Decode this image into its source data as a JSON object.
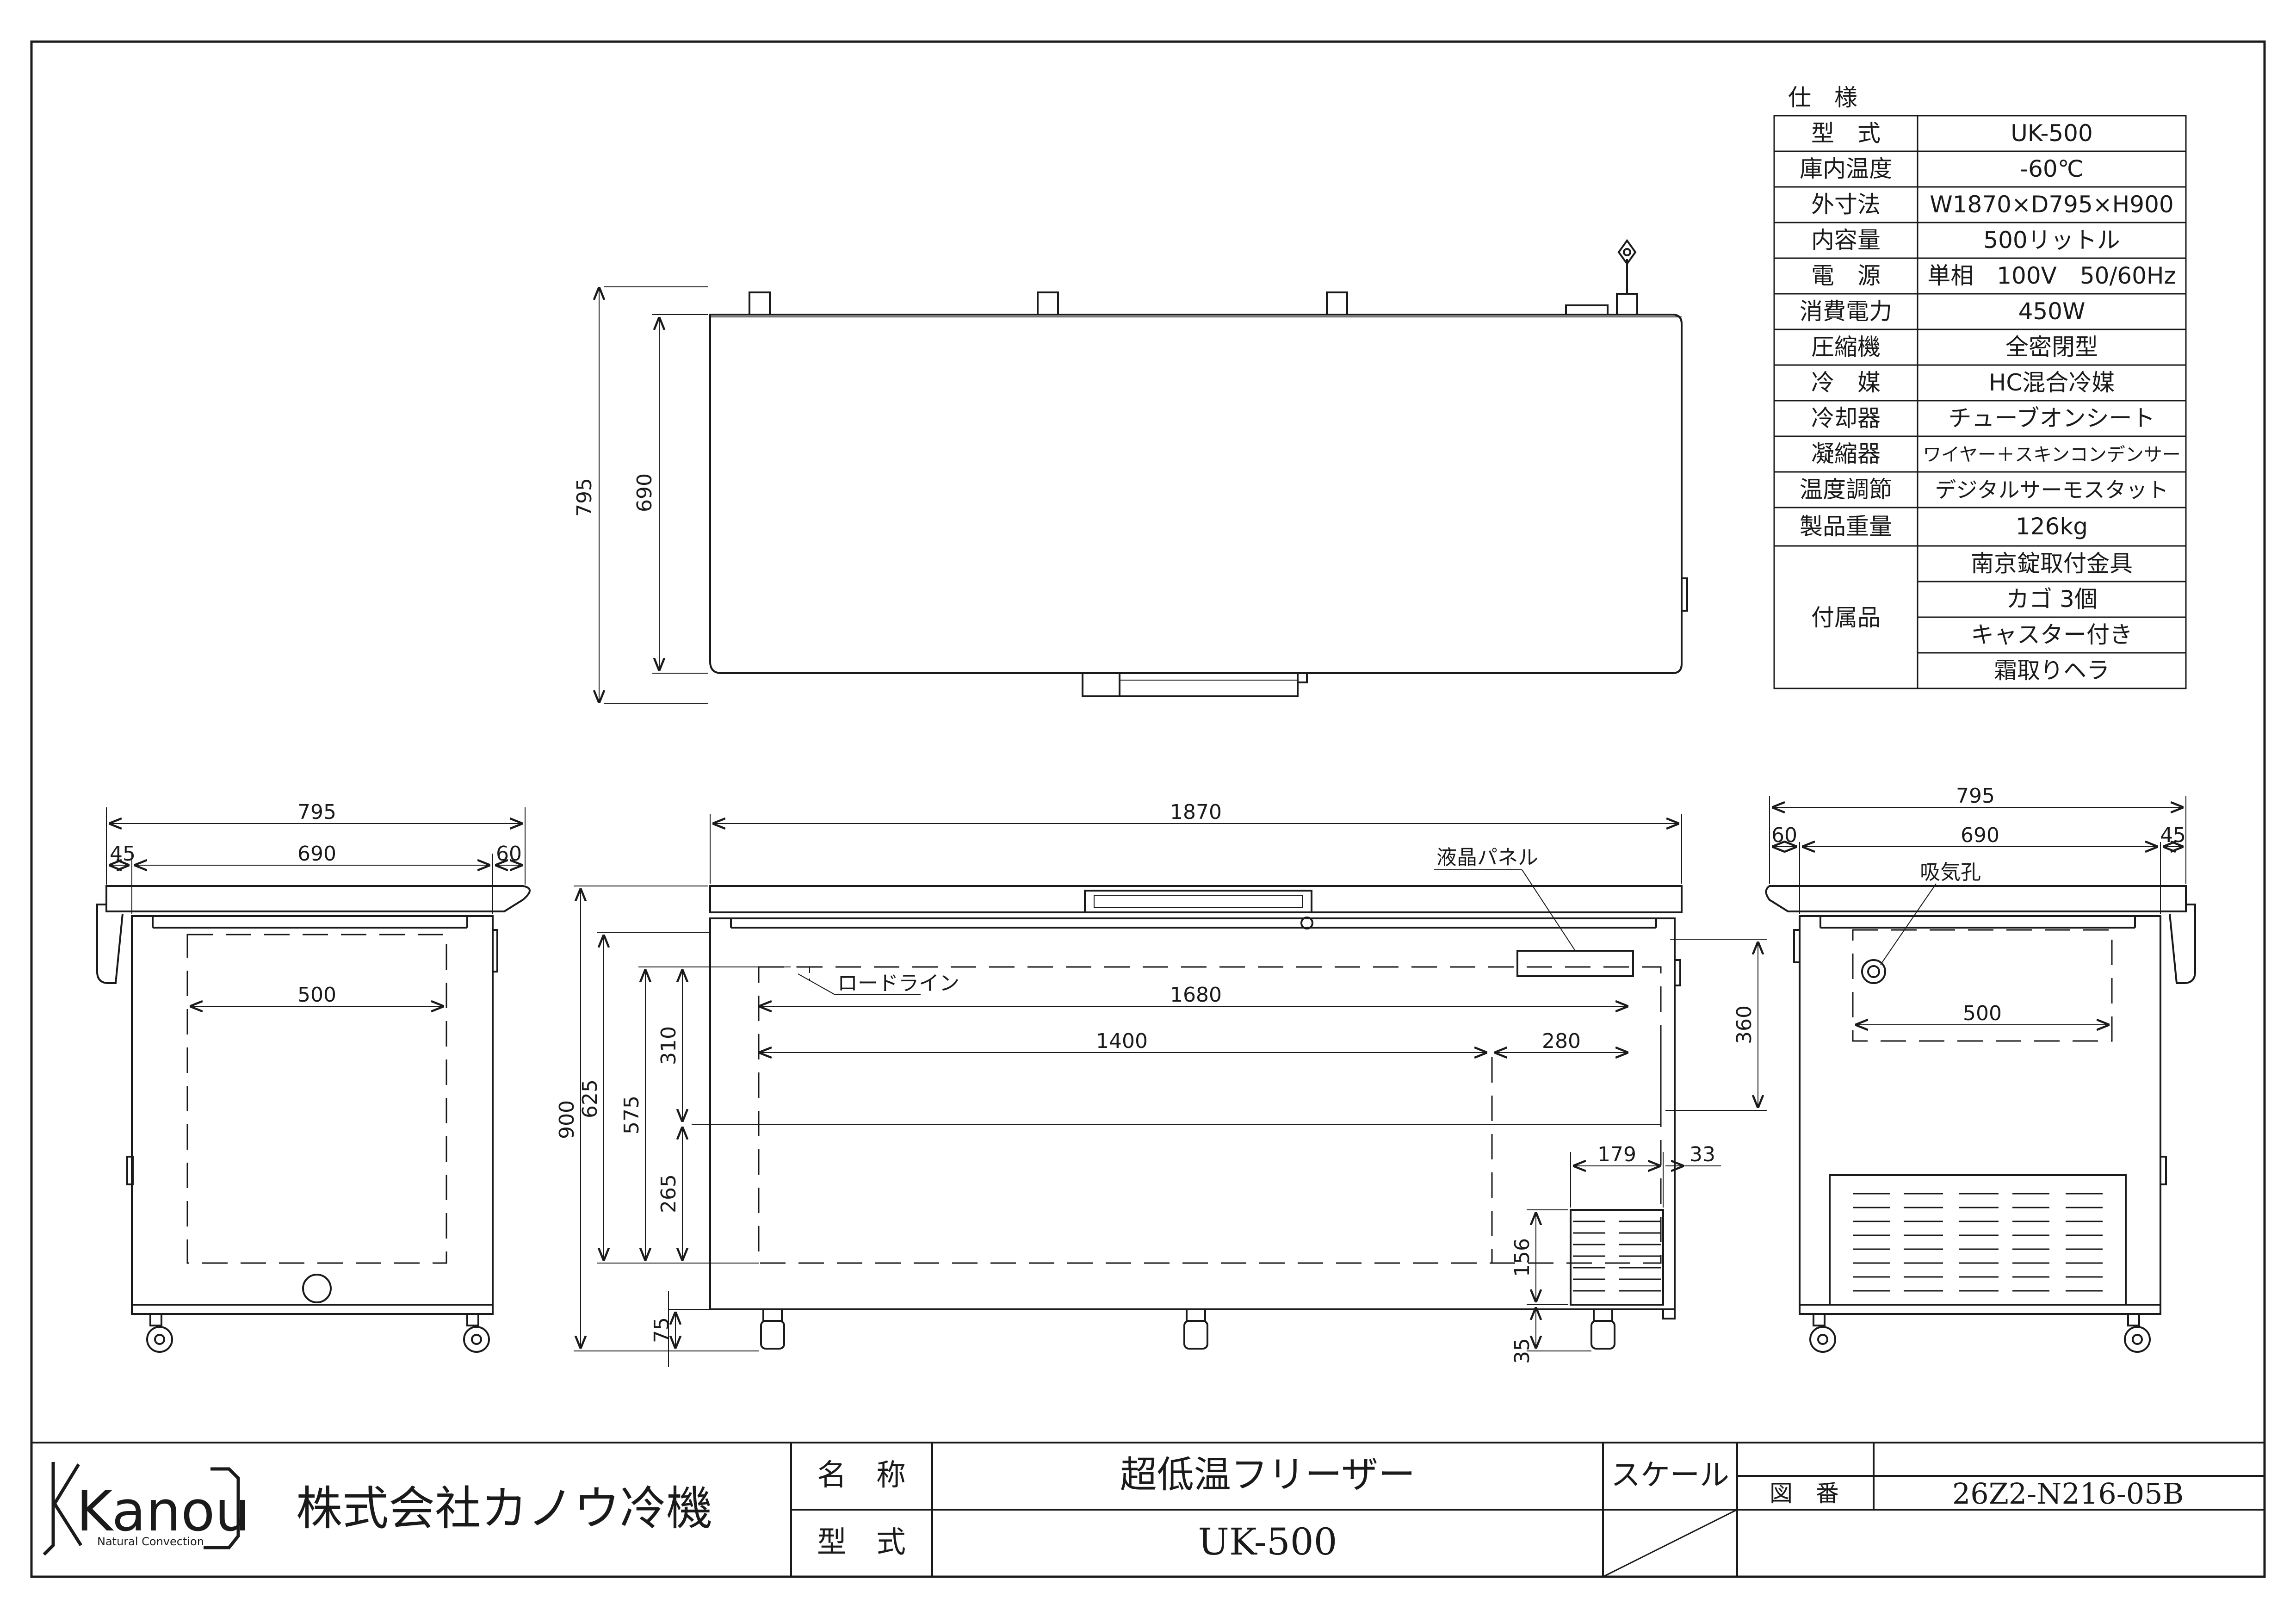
{
  "spec_table": {
    "title": "仕　様",
    "rows": [
      {
        "label": "型　式",
        "value": "UK-500"
      },
      {
        "label": "庫内温度",
        "value": "-60℃"
      },
      {
        "label": "外寸法",
        "value": "W1870×D795×H900"
      },
      {
        "label": "内容量",
        "value": "500リットル"
      },
      {
        "label": "電　源",
        "value": "単相　100V　50/60Hz"
      },
      {
        "label": "消費電力",
        "value": "450W"
      },
      {
        "label": "圧縮機",
        "value": "全密閉型"
      },
      {
        "label": "冷　媒",
        "value": "HC混合冷媒"
      },
      {
        "label": "冷却器",
        "value": "チューブオンシート"
      },
      {
        "label": "凝縮器",
        "value": "ワイヤー＋スキンコンデンサー"
      },
      {
        "label": "温度調節",
        "value": "デジタルサーモスタット"
      },
      {
        "label": "製品重量",
        "value": "126kg"
      }
    ],
    "accessories_label": "付属品",
    "accessories": [
      "南京錠取付金具",
      "カゴ 3個",
      "キャスター付き",
      "霜取りヘラ"
    ]
  },
  "top_view": {
    "dims": {
      "depth_total": "795",
      "depth_inner": "690"
    }
  },
  "left_view": {
    "dims": {
      "width_total": "795",
      "left_margin": "45",
      "inner": "690",
      "right_margin": "60",
      "basket": "500"
    }
  },
  "front_view": {
    "dims": {
      "width": "1870",
      "inner": "1680",
      "basket_length": "1400",
      "step_length": "280",
      "height": "900",
      "inner_height": "625",
      "basket_height": "575",
      "upper": "310",
      "lower": "265",
      "caster": "75",
      "step_height": "360",
      "vent_w": "179",
      "vent_offset": "33",
      "vent_h": "156",
      "vent_base": "35"
    },
    "callouts": {
      "lcd_panel": "液晶パネル",
      "load_line": "ロードライン"
    }
  },
  "right_view": {
    "dims": {
      "width_total": "795",
      "left_margin": "60",
      "inner": "690",
      "right_margin": "45",
      "basket": "500"
    },
    "callouts": {
      "intake": "吸気孔"
    }
  },
  "title_block": {
    "logo_text": "Kanou",
    "logo_subtext": "Natural Convection",
    "company": "株式会社カノウ冷機",
    "name_label": "名　称",
    "name_value": "超低温フリーザー",
    "model_label": "型　式",
    "model_value": "UK-500",
    "scale_label": "スケール",
    "drawing_no_label": "図　番",
    "drawing_no_value": "26Z2-N216-05B"
  }
}
